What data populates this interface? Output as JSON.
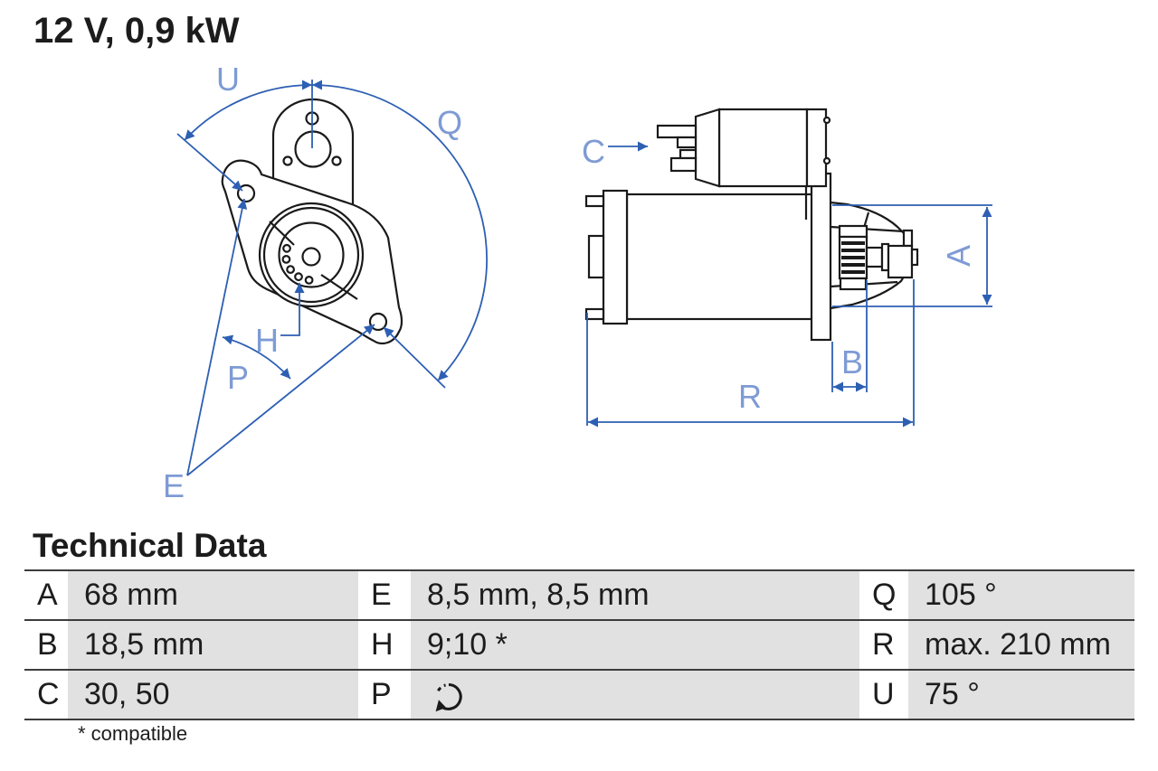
{
  "title": "12 V, 0,9 kW",
  "colors": {
    "accent-blue": "#2d5fb3",
    "label-blue": "#7e9bd4",
    "ink": "#1a1a1a",
    "table-gray": "#e1e1e1",
    "rule-gray": "#3c3c3c"
  },
  "diagram": {
    "labels": {
      "u": "U",
      "q": "Q",
      "h": "H",
      "p": "P",
      "e": "E",
      "c": "C",
      "a": "A",
      "b": "B",
      "r": "R"
    }
  },
  "table": {
    "heading": "Technical Data",
    "rows": [
      [
        {
          "key": "A",
          "value": "68 mm"
        },
        {
          "key": "E",
          "value": "8,5 mm, 8,5 mm"
        },
        {
          "key": "Q",
          "value": "105 °"
        }
      ],
      [
        {
          "key": "B",
          "value": "18,5 mm"
        },
        {
          "key": "H",
          "value": "9;10 *"
        },
        {
          "key": "R",
          "value": "max. 210 mm"
        }
      ],
      [
        {
          "key": "C",
          "value": "30, 50"
        },
        {
          "key": "P",
          "value": "",
          "icon": "rotation-ccw-icon"
        },
        {
          "key": "U",
          "value": "75 °"
        }
      ]
    ],
    "footnote": "* compatible"
  }
}
